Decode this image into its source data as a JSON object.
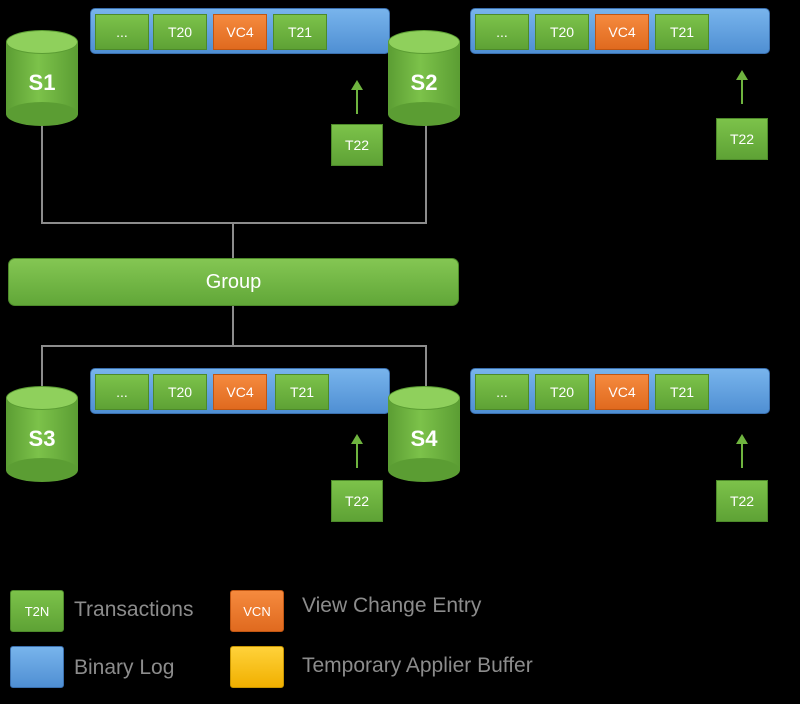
{
  "group_label": "Group",
  "servers": [
    {
      "name": "S1"
    },
    {
      "name": "S2"
    },
    {
      "name": "S3"
    },
    {
      "name": "S4"
    }
  ],
  "binary_logs": [
    {
      "entries": [
        "...",
        "T20",
        "VC4",
        "T21"
      ]
    },
    {
      "entries": [
        "...",
        "T20",
        "VC4",
        "T21"
      ]
    },
    {
      "entries": [
        "...",
        "T20",
        "VC4",
        "T21"
      ]
    },
    {
      "entries": [
        "...",
        "T20",
        "VC4",
        "T21"
      ]
    }
  ],
  "incoming": [
    {
      "label": "T22"
    },
    {
      "label": "T22"
    },
    {
      "label": "T22"
    },
    {
      "label": "T22"
    }
  ],
  "legend": [
    {
      "swatch": "T2N",
      "text": "Transactions",
      "color": "#6fb43f"
    },
    {
      "swatch": "VCN",
      "text": "View Change Entry",
      "color": "#ef7a2f"
    },
    {
      "swatch": "",
      "text": "Binary Log",
      "color": "#5b9be0"
    },
    {
      "swatch": "",
      "text": "Temporary Applier Buffer",
      "color": "#f7c21a"
    }
  ],
  "colors": {
    "transaction": "#6fb43f",
    "view_change": "#ef7a2f",
    "binary_log": "#5b9be0",
    "applier_buffer": "#f7c21a"
  }
}
